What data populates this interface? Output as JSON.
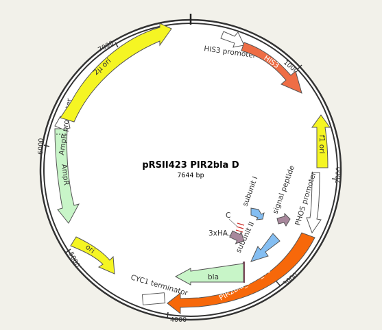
{
  "plasmid": {
    "name": "pRSII423 PIR2bla D",
    "length": "7644 bp"
  },
  "ticks": [
    "1000",
    "2000",
    "3000",
    "4000",
    "5000",
    "6000",
    "7000"
  ],
  "features": {
    "his3_promoter": "HIS3 promoter",
    "his3": "HIS3",
    "f1_ori": "f1 ori",
    "pho5_promoter": "PHO5 promoter",
    "pir2bla": "PIR2bla_3HA_v6",
    "cyc1": "CYC1 terminator",
    "ori": "ori",
    "ampr": "AmpR",
    "ampr_promoter": "AmpR promoter",
    "two_mu_ori": "2µ ori",
    "bla": "bla",
    "subunit1": "subunit I",
    "subunit2": "subunit II",
    "signal_peptide": "signal peptide",
    "c": "C",
    "hax3": "3xHA"
  },
  "colors": {
    "yellow": "#f5f523",
    "orange_red": "#ee6d45",
    "orange": "#f7680a",
    "green": "#c8f5c8",
    "blue": "#84bef2",
    "purple": "#a8889c",
    "white": "#ffffff"
  }
}
